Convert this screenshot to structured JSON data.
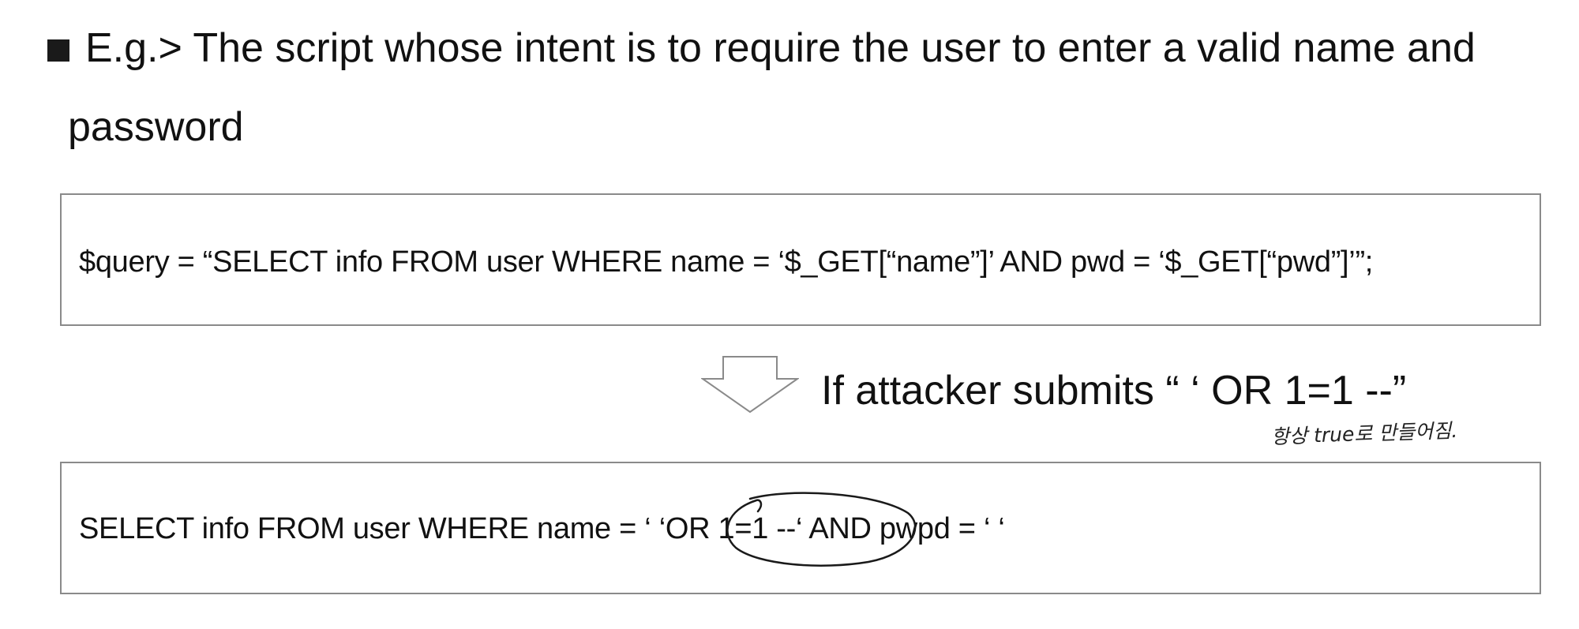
{
  "bullet": {
    "line1": "E.g.> The script whose intent is to require the user to enter a valid name and",
    "line2": "password"
  },
  "query_box": {
    "code": "$query = “SELECT info FROM user WHERE name = ‘$_GET[“name”]’ AND pwd = ‘$_GET[“pwd”]’”;"
  },
  "attack": {
    "text": "If attacker submits “ ‘ OR 1=1 --”",
    "annotation": "항상 true로 만들어짐."
  },
  "result_box": {
    "code": "SELECT info FROM user WHERE name = ‘ ‘OR 1=1 --‘ AND pwpd = ‘ ‘"
  },
  "icons": {
    "bullet": "square-bullet-icon",
    "arrow": "down-arrow-icon"
  },
  "colors": {
    "text": "#111111",
    "border": "#8a8a8a"
  }
}
